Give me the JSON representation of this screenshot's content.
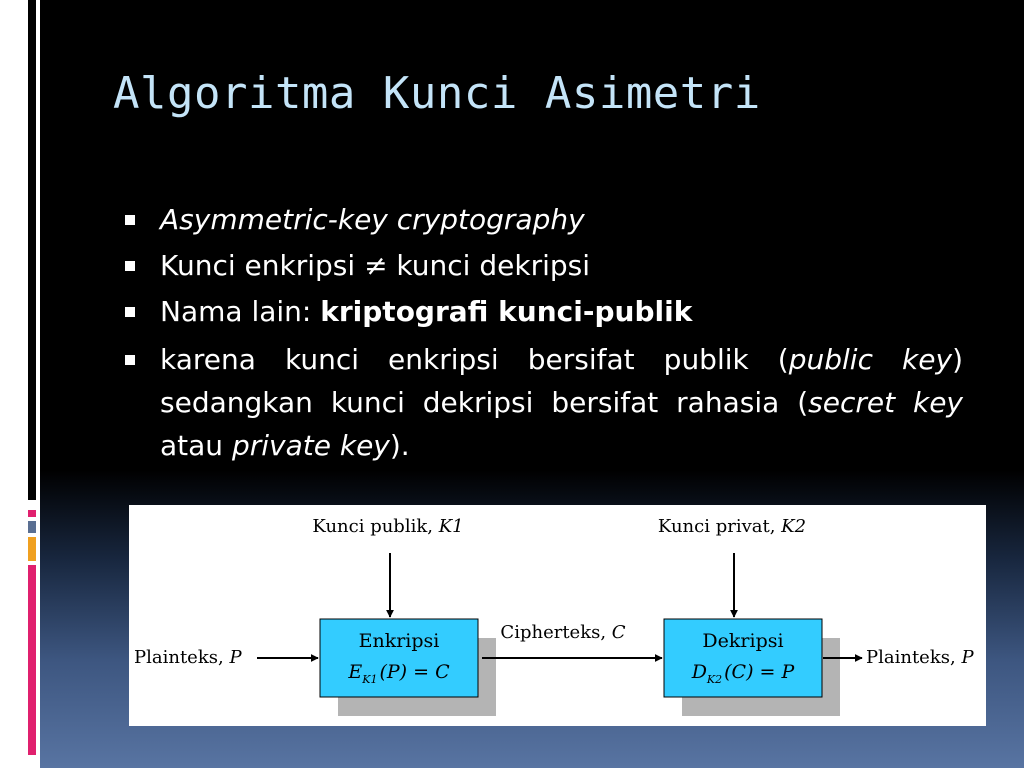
{
  "slide": {
    "title": "Algoritma Kunci Asimetri",
    "bullets": {
      "b1": "Asymmetric-key cryptography",
      "b2_pre": "Kunci enkripsi ",
      "b2_sym": "≠",
      "b2_post": " kunci dekripsi",
      "b3_pre": "Nama lain: ",
      "b3_bold": "kriptografi kunci-publik",
      "b4_t1": "karena kunci enkripsi bersifat publik (",
      "b4_i1": "public key",
      "b4_t2": ") sedangkan kunci dekripsi bersifat rahasia (",
      "b4_i2": "secret key",
      "b4_t3": " atau ",
      "b4_i3": "private key",
      "b4_t4": ")."
    }
  },
  "diagram": {
    "key1_text": "Kunci publik, ",
    "key1_var": "K1",
    "key2_text": "Kunci privat, ",
    "key2_var": "K2",
    "plain_in_text": "Plainteks, ",
    "plain_in_var": "P",
    "cipher_text": "Cipherteks, ",
    "cipher_var": "C",
    "plain_out_text": "Plainteks, ",
    "plain_out_var": "P",
    "enc_title": "Enkripsi",
    "enc_e": "E",
    "enc_sub": "K1",
    "enc_rest": "(P) = C",
    "dec_title": "Dekripsi",
    "dec_d": "D",
    "dec_sub": "K2",
    "dec_rest": "(C) = P"
  },
  "colors": {
    "title": "#c4e4f8",
    "box_fill": "#33ccff",
    "box_shadow": "#b4b4b4",
    "accent_pink": "#e0206e",
    "accent_orange": "#f0a020",
    "accent_slate": "#5a6f92"
  }
}
